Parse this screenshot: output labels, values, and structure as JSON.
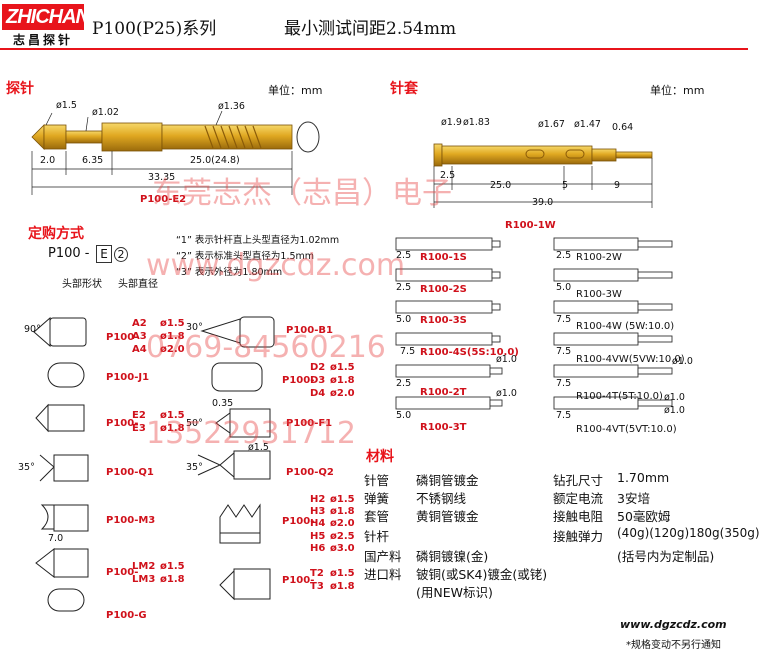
{
  "header": {
    "logo_text": "ZHICHANG",
    "logo_sub": "志昌探针",
    "title": "P100(P25)系列",
    "subtitle": "最小测试间距2.54mm"
  },
  "probe_section": {
    "heading": "探针",
    "unit": "单位：mm",
    "part": "P100-E2",
    "dims": {
      "d15": "ø1.5",
      "d102": "ø1.02",
      "d136": "ø1.36",
      "l20": "2.0",
      "l635": "6.35",
      "l25": "25.0(24.8)",
      "l3335": "33.35"
    }
  },
  "sleeve_section": {
    "heading": "针套",
    "unit": "单位：mm",
    "part": "R100-1W",
    "dims": {
      "d19": "ø1.9",
      "d183": "ø1.83",
      "d167": "ø1.67",
      "d147": "ø1.47",
      "sq064": "0.64",
      "l25": "2.5",
      "l250": "25.0",
      "l5": "5",
      "l9": "9",
      "l390": "39.0"
    }
  },
  "order": {
    "heading": "定购方式",
    "prefix": "P100 -",
    "box1": "E",
    "box2": "2",
    "label_shape": "头部形状",
    "label_dia": "头部直径",
    "note1": "“1” 表示针杆直上头型直径为1.02mm",
    "note2": "“2” 表示标准头型直径为1.5mm",
    "note3": "“3” 表示外径为1.80mm"
  },
  "tips_left": [
    {
      "id": "a",
      "prefix": "P100-",
      "codes": [
        "A2",
        "A3",
        "A4"
      ],
      "dias": [
        "ø1.5",
        "ø1.8",
        "ø2.0"
      ],
      "angle": "90°"
    },
    {
      "id": "j1",
      "prefix": "P100-J1"
    },
    {
      "id": "e",
      "prefix": "P100-",
      "codes": [
        "E2",
        "E3"
      ],
      "dias": [
        "ø1.5",
        "ø1.8"
      ]
    },
    {
      "id": "q1",
      "prefix": "P100-Q1",
      "angle": "35°"
    },
    {
      "id": "m3",
      "prefix": "P100-M3",
      "dim": "7.0"
    },
    {
      "id": "lm",
      "prefix": "P100-",
      "codes": [
        "LM2",
        "LM3"
      ],
      "dias": [
        "ø1.5",
        "ø1.8"
      ]
    },
    {
      "id": "g",
      "prefix": "P100-G"
    }
  ],
  "tips_right": [
    {
      "id": "b1",
      "prefix": "P100-B1",
      "angle": "30°"
    },
    {
      "id": "d",
      "prefix": "P100-",
      "codes": [
        "D2",
        "D3",
        "D4"
      ],
      "dias": [
        "ø1.5",
        "ø1.8",
        "ø2.0"
      ]
    },
    {
      "id": "f1",
      "prefix": "P100-F1",
      "dim": "0.35",
      "angle": "50°"
    },
    {
      "id": "q2",
      "prefix": "P100-Q2",
      "angle": "35°",
      "dia": "ø1.5"
    },
    {
      "id": "h",
      "prefix": "P100-",
      "codes": [
        "H2",
        "H3",
        "H4",
        "H5",
        "H6"
      ],
      "dias": [
        "ø1.5",
        "ø1.8",
        "ø2.0",
        "ø2.5",
        "ø3.0"
      ]
    },
    {
      "id": "t",
      "prefix": "P100-",
      "codes": [
        "T2",
        "T3"
      ],
      "dias": [
        "ø1.5",
        "ø1.8"
      ]
    }
  ],
  "sleeves_left": [
    {
      "label": "R100-1S",
      "dim": "2.5"
    },
    {
      "label": "R100-2S",
      "dim": "2.5"
    },
    {
      "label": "R100-3S",
      "dim": "5.0"
    },
    {
      "label": "R100-4S(5S:10.0)",
      "dim": "7.5"
    },
    {
      "label": "R100-2T",
      "dim": "2.5",
      "dia": "ø1.0"
    },
    {
      "label": "R100-3T",
      "dim": "5.0",
      "dia": "ø1.0"
    }
  ],
  "sleeves_right": [
    {
      "label": "R100-2W",
      "dim": "2.5"
    },
    {
      "label": "R100-3W",
      "dim": "5.0"
    },
    {
      "label": "R100-4W (5W:10.0)",
      "dim": "7.5"
    },
    {
      "label": "R100-4VW(5VW:10.0)",
      "dim": "7.5",
      "dia": "ø1.0"
    },
    {
      "label": "R100-4T(5T:10.0)",
      "dim": "7.5",
      "dia": "ø1.0"
    },
    {
      "label": "R100-4VT(5VT:10.0)",
      "dim": "7.5",
      "dia": "ø1.0"
    }
  ],
  "materials": {
    "heading": "材料",
    "rows": [
      {
        "k": "针管",
        "v": "磷铜管镀金"
      },
      {
        "k": "弹簧",
        "v": "不锈钢线"
      },
      {
        "k": "套管",
        "v": "黄铜管镀金"
      },
      {
        "k": "针杆",
        "v": ""
      },
      {
        "k": "国产料",
        "v": "磷铜镀镍(金)"
      },
      {
        "k": "进口料",
        "v": "铍铜(或SK4)镀金(或铑)"
      }
    ],
    "extra": "(用NEW标识)",
    "specs": [
      {
        "k": "钻孔尺寸",
        "v": "1.70mm"
      },
      {
        "k": "额定电流",
        "v": "3安培"
      },
      {
        "k": "接触电阻",
        "v": "50毫欧姆"
      },
      {
        "k": "接触弹力",
        "v": "(40g)(120g)180g(350g)"
      }
    ],
    "spec_note": "(括号内为定制品)"
  },
  "footer": {
    "url": "www.dgzcdz.com",
    "note": "*规格变动不另行通知"
  },
  "watermark": {
    "company": "东莞志杰（志昌）电子",
    "site": "www.dgzcdz.com",
    "phone": "0769-84560216",
    "mobile": "13522931712"
  },
  "colors": {
    "accent": "#e8141b",
    "gold": "#d9a520",
    "brass": "#c9962a"
  }
}
